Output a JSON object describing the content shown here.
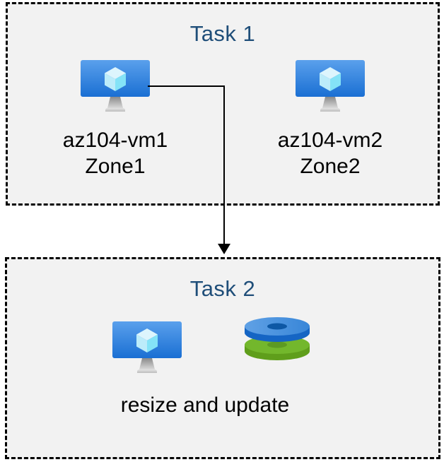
{
  "task1": {
    "title": "Task 1",
    "vms": [
      {
        "name": "az104-vm1",
        "zone": "Zone1",
        "icon": "virtual-machine-icon"
      },
      {
        "name": "az104-vm2",
        "zone": "Zone2",
        "icon": "virtual-machine-icon"
      }
    ]
  },
  "task2": {
    "title": "Task 2",
    "caption": "resize and update",
    "icons": [
      "virtual-machine-icon",
      "disks-icon"
    ]
  },
  "connector": {
    "from": "az104-vm1",
    "to": "Task 2",
    "style": "elbow-arrow"
  },
  "colors": {
    "title_text": "#1f4e79",
    "label_text": "#000000",
    "box_background": "#f2f2f2",
    "box_border": "#000000",
    "arrow": "#000000",
    "vm_screen_top": "#5aa0ec",
    "vm_screen_bottom": "#1a6fd3",
    "vm_cube_top": "#ddf5fd",
    "vm_cube_left": "#bcecfa",
    "vm_cube_right": "#84e3f7",
    "disk_blue_top": "#4b94de",
    "disk_blue_side": "#1565c4",
    "disk_blue_hole": "#0e58a5",
    "disk_green_top": "#73b72c",
    "disk_green_side": "#5f9e1b",
    "disk_green_hole": "#5d9a22"
  }
}
